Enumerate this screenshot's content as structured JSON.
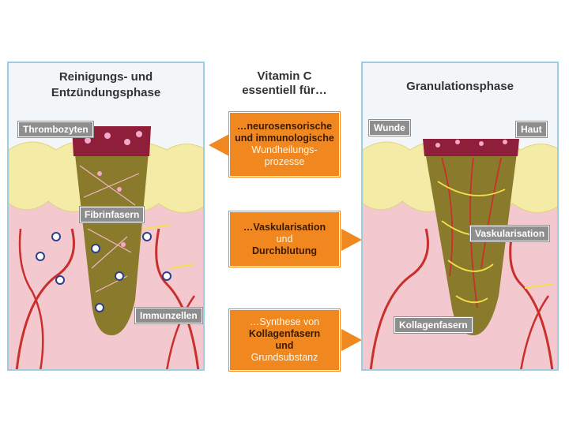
{
  "left_panel": {
    "title_line1": "Reinigungs- und",
    "title_line2": "Entzündungsphase",
    "labels": {
      "thrombozyten": "Thrombozyten",
      "fibrinfasern": "Fibrinfasern",
      "immunzellen": "Immunzellen"
    }
  },
  "right_panel": {
    "title": "Granulationsphase",
    "labels": {
      "wunde": "Wunde",
      "haut": "Haut",
      "vaskularisation": "Vaskularisation",
      "kollagenfasern": "Kollagenfasern"
    }
  },
  "center": {
    "title_line1": "Vitamin C",
    "title_line2": "essentiell für…",
    "box1": {
      "line1": "…neurosensorische",
      "line2": "und immunologische",
      "line3": "Wundheilungs-",
      "line4": "prozesse"
    },
    "box2": {
      "line1": "…Vaskularisation",
      "line2": "und",
      "line3": "Durchblutung"
    },
    "box3": {
      "line1": "…Synthese von",
      "line2": "Kollagenfasern",
      "line3": "und",
      "line4": "Grundsubstanz"
    }
  },
  "colors": {
    "panel_border": "#9ccde0",
    "panel_bg": "#f3f6f9",
    "skin_pink": "#f3c8cf",
    "fat_yellow": "#f4eca6",
    "vessel_red": "#c9302c",
    "wound_top": "#8e1e3a",
    "wound_olive": "#8a7a2c",
    "orange_box": "#f0871f",
    "label_gray": "#8e8e8e"
  }
}
